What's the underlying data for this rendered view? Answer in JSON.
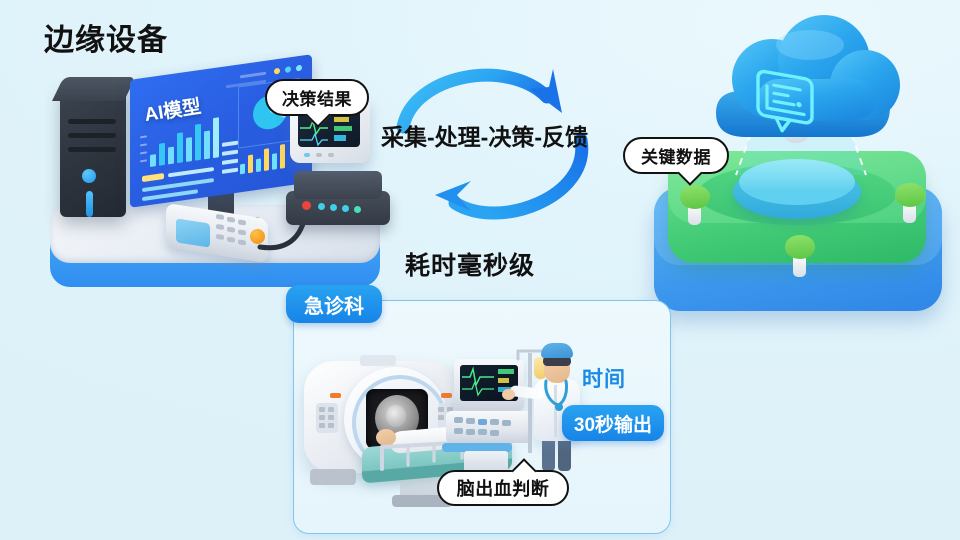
{
  "meta": {
    "bg_color": "#e3f5fb",
    "accent_blue": "#1784e8",
    "accent_cyan": "#39b7f0",
    "green": "#4ad07a"
  },
  "labels": {
    "edge_device_title": "边缘设备",
    "cycle_top_text": "采集-处理-决策-反馈",
    "cycle_bottom_text": "耗时毫秒级",
    "monitor_screen_text": "AI模型"
  },
  "bubbles": {
    "decision_result": "决策结果",
    "key_data": "关键数据",
    "diagnosis": "脑出血判断"
  },
  "panel": {
    "department_badge": "急诊科",
    "time_label": "时间",
    "time_value_badge": "30秒输出"
  },
  "icons": {
    "cloud": "cloud-icon",
    "cloud_chart": "cloud-chart-icon",
    "arrow_top": "arrow-clockwise-top-icon",
    "arrow_bottom": "arrow-clockwise-bottom-icon"
  }
}
